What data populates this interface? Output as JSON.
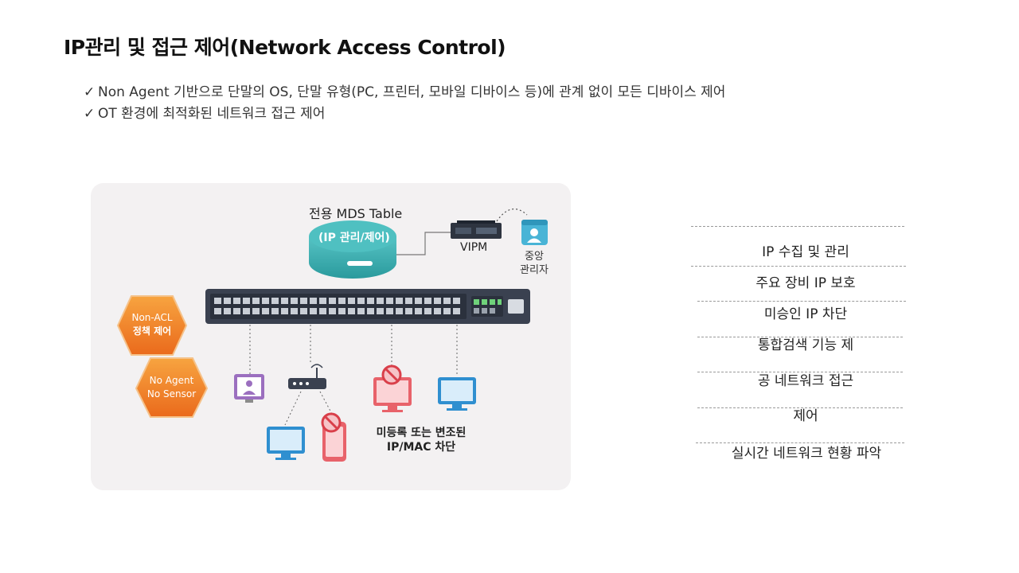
{
  "title": "IP관리 및 접근 제어(Network Access Control)",
  "bullets": [
    {
      "check": "✓",
      "text": "Non Agent 기반으로 단말의 OS, 단말 유형(PC, 프린터, 모바일 디바이스 등)에 관계 없이 모든 디바이스 제어"
    },
    {
      "check": "✓",
      "text": "OT 환경에 최적화된 네트워크 접근 제어"
    }
  ],
  "diagram": {
    "mds_table_label": "전용 MDS Table",
    "ip_control_label": "(IP 관리/제어)",
    "vipm_label": "VIPM",
    "admin_label": [
      "중앙",
      "관리자"
    ],
    "hex1": [
      "Non-ACL",
      "정책 제어"
    ],
    "hex2": [
      "No Agent",
      "No Sensor"
    ],
    "blocked_label": [
      "미등록 또는 변조된",
      "IP/MAC 차단"
    ],
    "colors": {
      "hex_orange": "#f08a1f",
      "db_teal": "#3fb2b3",
      "switch_dark": "#3a4150",
      "monitor_blue": "#2f8fd0",
      "blocked_red": "#e8626a",
      "user_purple": "#9b6fbf"
    }
  },
  "features": [
    {
      "text": "IP 수집 및 관리"
    },
    {
      "text": "주요 장비 IP 보호"
    },
    {
      "text": "미승인 IP 차단"
    },
    {
      "text": "통합검색 기능 제"
    },
    {
      "text": "공 네트워크 접근"
    },
    {
      "text": "제어"
    },
    {
      "text": "실시간 네트워크 현황 파악"
    }
  ]
}
